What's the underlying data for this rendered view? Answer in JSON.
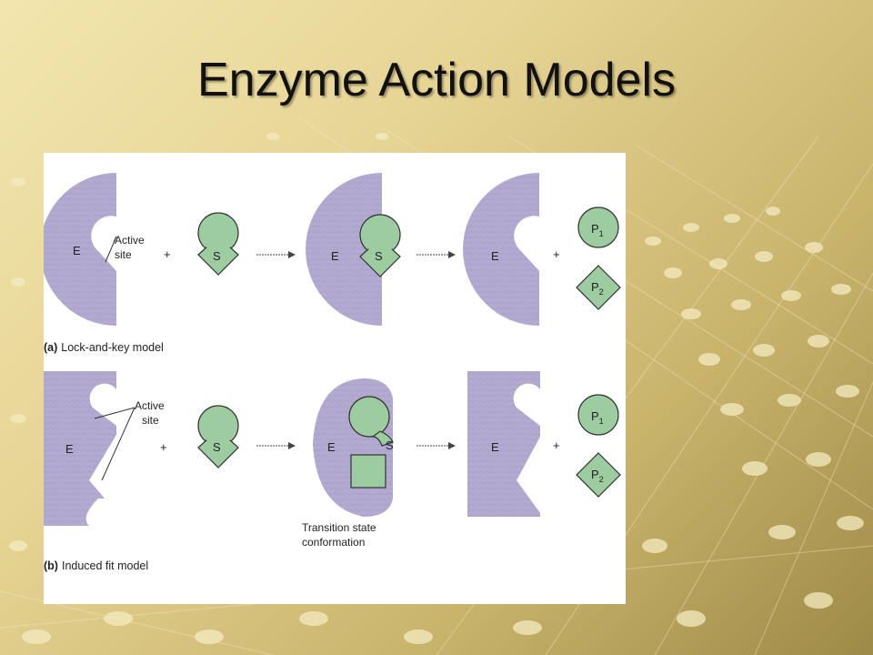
{
  "slide": {
    "title": "Enzyme Action Models"
  },
  "colors": {
    "enzyme_fill": "#b3aad2",
    "substrate_fill": "#9ccc9f",
    "outline": "#333333",
    "background_light": "#f2e6ae",
    "background_dark": "#9e8a48"
  },
  "figure": {
    "panel_a": {
      "caption_letter": "(a)",
      "caption_text": "Lock-and-key model",
      "enzyme_label": "E",
      "substrate_label": "S",
      "active_site_line1": "Active",
      "active_site_line2": "site",
      "plus": "+",
      "product1_main": "P",
      "product1_sub": "1",
      "product2_main": "P",
      "product2_sub": "2"
    },
    "panel_b": {
      "caption_letter": "(b)",
      "caption_text": "Induced fit model",
      "enzyme_label": "E",
      "substrate_label": "S",
      "active_site_line1": "Active",
      "active_site_line2": "site",
      "plus": "+",
      "transition_line1": "Transition state",
      "transition_line2": "conformation",
      "product1_main": "P",
      "product1_sub": "1",
      "product2_main": "P",
      "product2_sub": "2"
    }
  }
}
